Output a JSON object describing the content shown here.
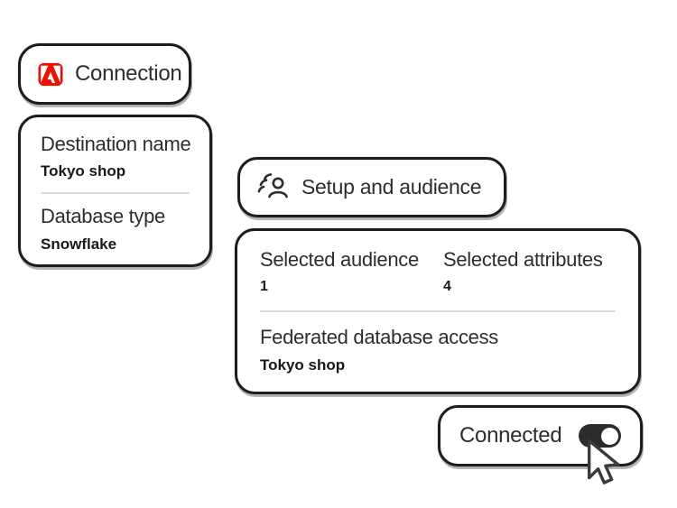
{
  "colors": {
    "adobe_red": "#eb1000",
    "card_border": "#1d1d1d",
    "text": "#2e2d2c",
    "value_text": "#191919",
    "divider": "#d9d9d9",
    "toggle_on": "#2c2c2c",
    "background": "#ffffff"
  },
  "cards": {
    "connection": {
      "title": "Connection",
      "icon": "adobe-logo"
    },
    "destination": {
      "fields": [
        {
          "label": "Destination name",
          "value": "Tokyo shop"
        },
        {
          "label": "Database type",
          "value": "Snowflake"
        }
      ]
    },
    "setup": {
      "title": "Setup and audience",
      "icon": "audience"
    },
    "summary": {
      "stats": [
        {
          "label": "Selected audience",
          "value": "1"
        },
        {
          "label": "Selected attributes",
          "value": "4"
        }
      ],
      "access": {
        "label": "Federated database access",
        "value": "Tokyo shop"
      }
    },
    "connected": {
      "label": "Connected",
      "toggle_state": "on"
    }
  },
  "cursor": "pointer-arrow"
}
